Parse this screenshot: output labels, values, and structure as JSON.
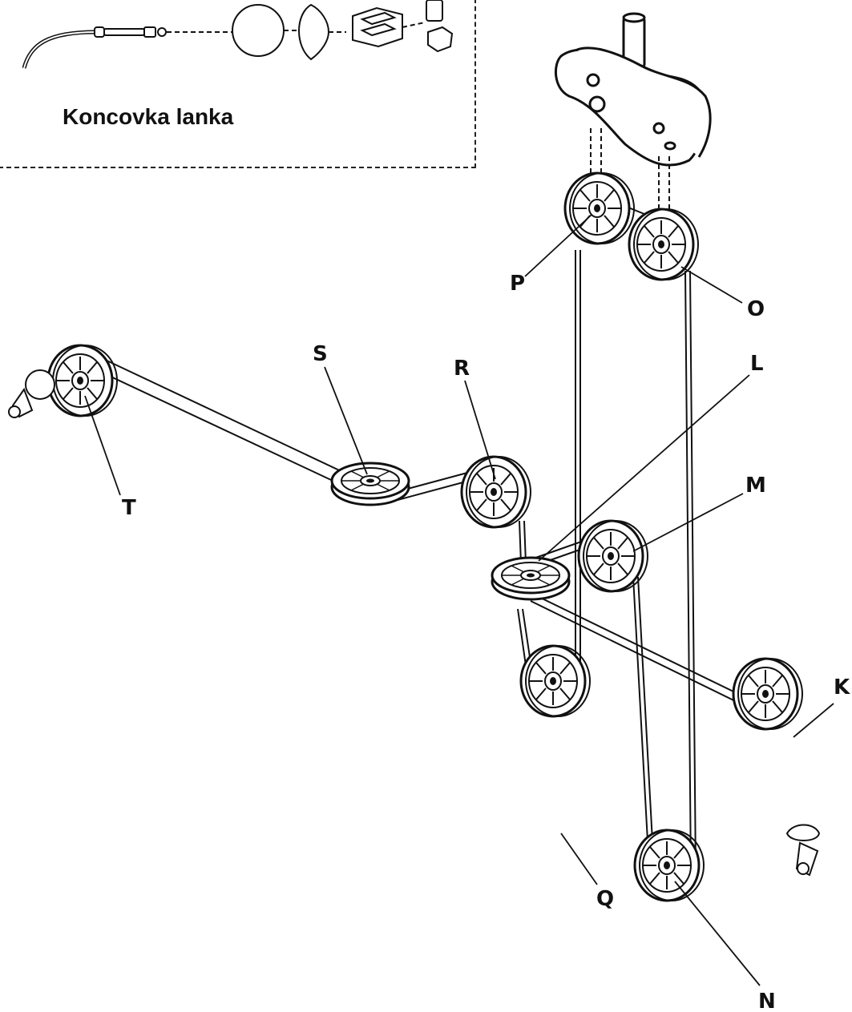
{
  "inset": {
    "title": "Koncovka lanka"
  },
  "labels": {
    "K": "K",
    "L": "L",
    "M": "M",
    "N": "N",
    "O": "O",
    "P": "P",
    "Q": "Q",
    "R": "R",
    "S": "S",
    "T": "T"
  },
  "colors": {
    "line": "#111111",
    "background": "#ffffff"
  }
}
